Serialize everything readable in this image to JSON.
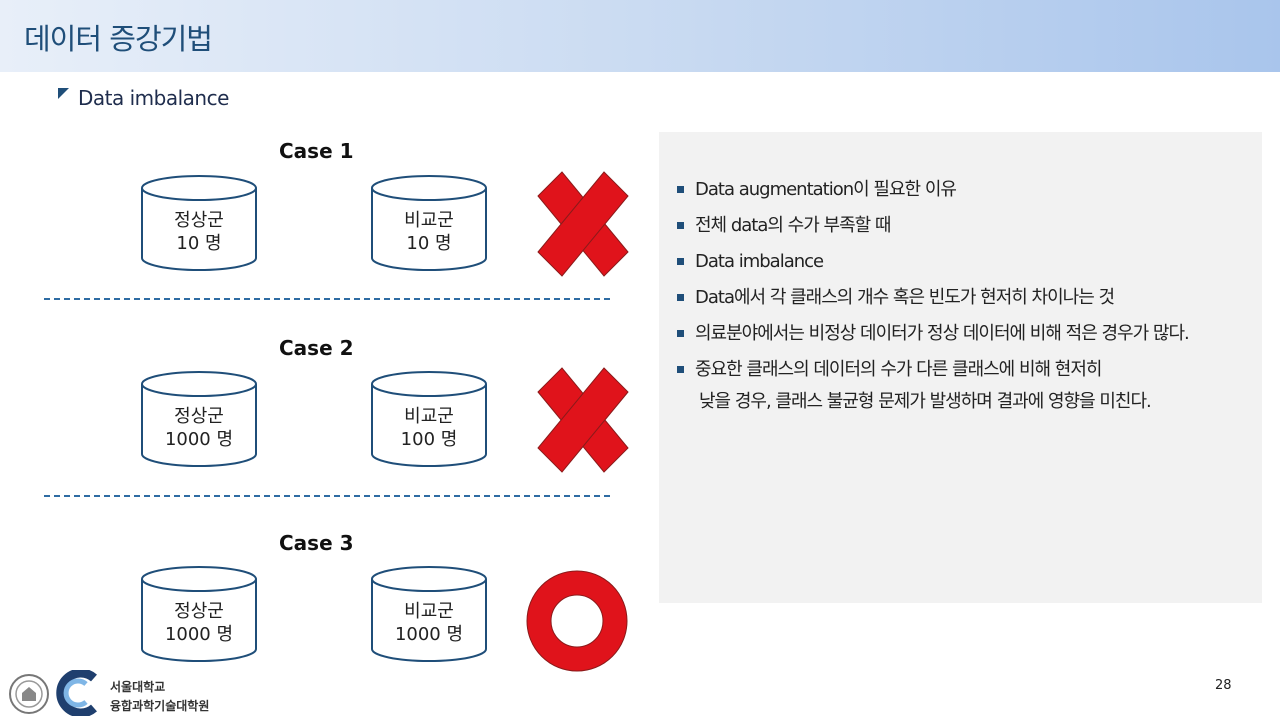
{
  "header": {
    "title": "데이터 증강기법"
  },
  "section": {
    "title": "Data imbalance"
  },
  "cases": [
    {
      "label": "Case 1",
      "normal": {
        "name": "정상군",
        "count": "10 명"
      },
      "compare": {
        "name": "비교군",
        "count": "10 명"
      },
      "result": "x"
    },
    {
      "label": "Case 2",
      "normal": {
        "name": "정상군",
        "count": "1000 명"
      },
      "compare": {
        "name": "비교군",
        "count": "100 명"
      },
      "result": "x"
    },
    {
      "label": "Case 3",
      "normal": {
        "name": "정상군",
        "count": "1000 명"
      },
      "compare": {
        "name": "비교군",
        "count": "1000 명"
      },
      "result": "o"
    }
  ],
  "panel": {
    "bullets": [
      "Data augmentation이 필요한 이유",
      "전체 data의 수가 부족할 때",
      "Data imbalance",
      "Data에서 각 클래스의 개수 혹은 빈도가 현저히 차이나는 것",
      "의료분야에서는 비정상 데이터가 정상 데이터에 비해 적은 경우가 많다.",
      "중요한 클래스의 데이터의 수가 다른 클래스에 비해 현저히"
    ],
    "continuation": "낮을 경우, 클래스 불균형 문제가 발생하며 결과에 영향을 미친다."
  },
  "footer": {
    "org_name": "서울대학교",
    "org_sub": "융합과학기술대학원",
    "page_number": "28"
  },
  "colors": {
    "accent": "#1f4e79",
    "mark_red": "#e0131b",
    "panel_bg": "#f2f2f2"
  }
}
